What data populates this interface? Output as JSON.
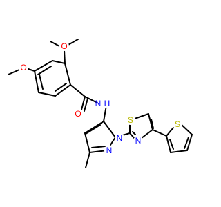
{
  "molecule": {
    "atoms": {
      "o_methoxy_top": {
        "label": "O",
        "color": "#ff0000"
      },
      "o_methoxy_left": {
        "label": "O",
        "color": "#ff0000"
      },
      "o_carbonyl": {
        "label": "O",
        "color": "#ff0000"
      },
      "n_amide": {
        "label": "N",
        "color": "#0000ff"
      },
      "h_amide": {
        "label": "H",
        "color": "#0000ff"
      },
      "n_pyrazole_1": {
        "label": "N",
        "color": "#0000ff"
      },
      "n_pyrazole_2": {
        "label": "N",
        "color": "#0000ff"
      },
      "n_thiazole": {
        "label": "N",
        "color": "#0000ff"
      },
      "s_thiazole": {
        "label": "S",
        "color": "#b8b800"
      },
      "s_thiophene": {
        "label": "S",
        "color": "#b8b800"
      }
    },
    "colors": {
      "bond": "#000000",
      "oxygen": "#ff0000",
      "nitrogen": "#0000ff",
      "sulfur": "#b8b800"
    }
  }
}
